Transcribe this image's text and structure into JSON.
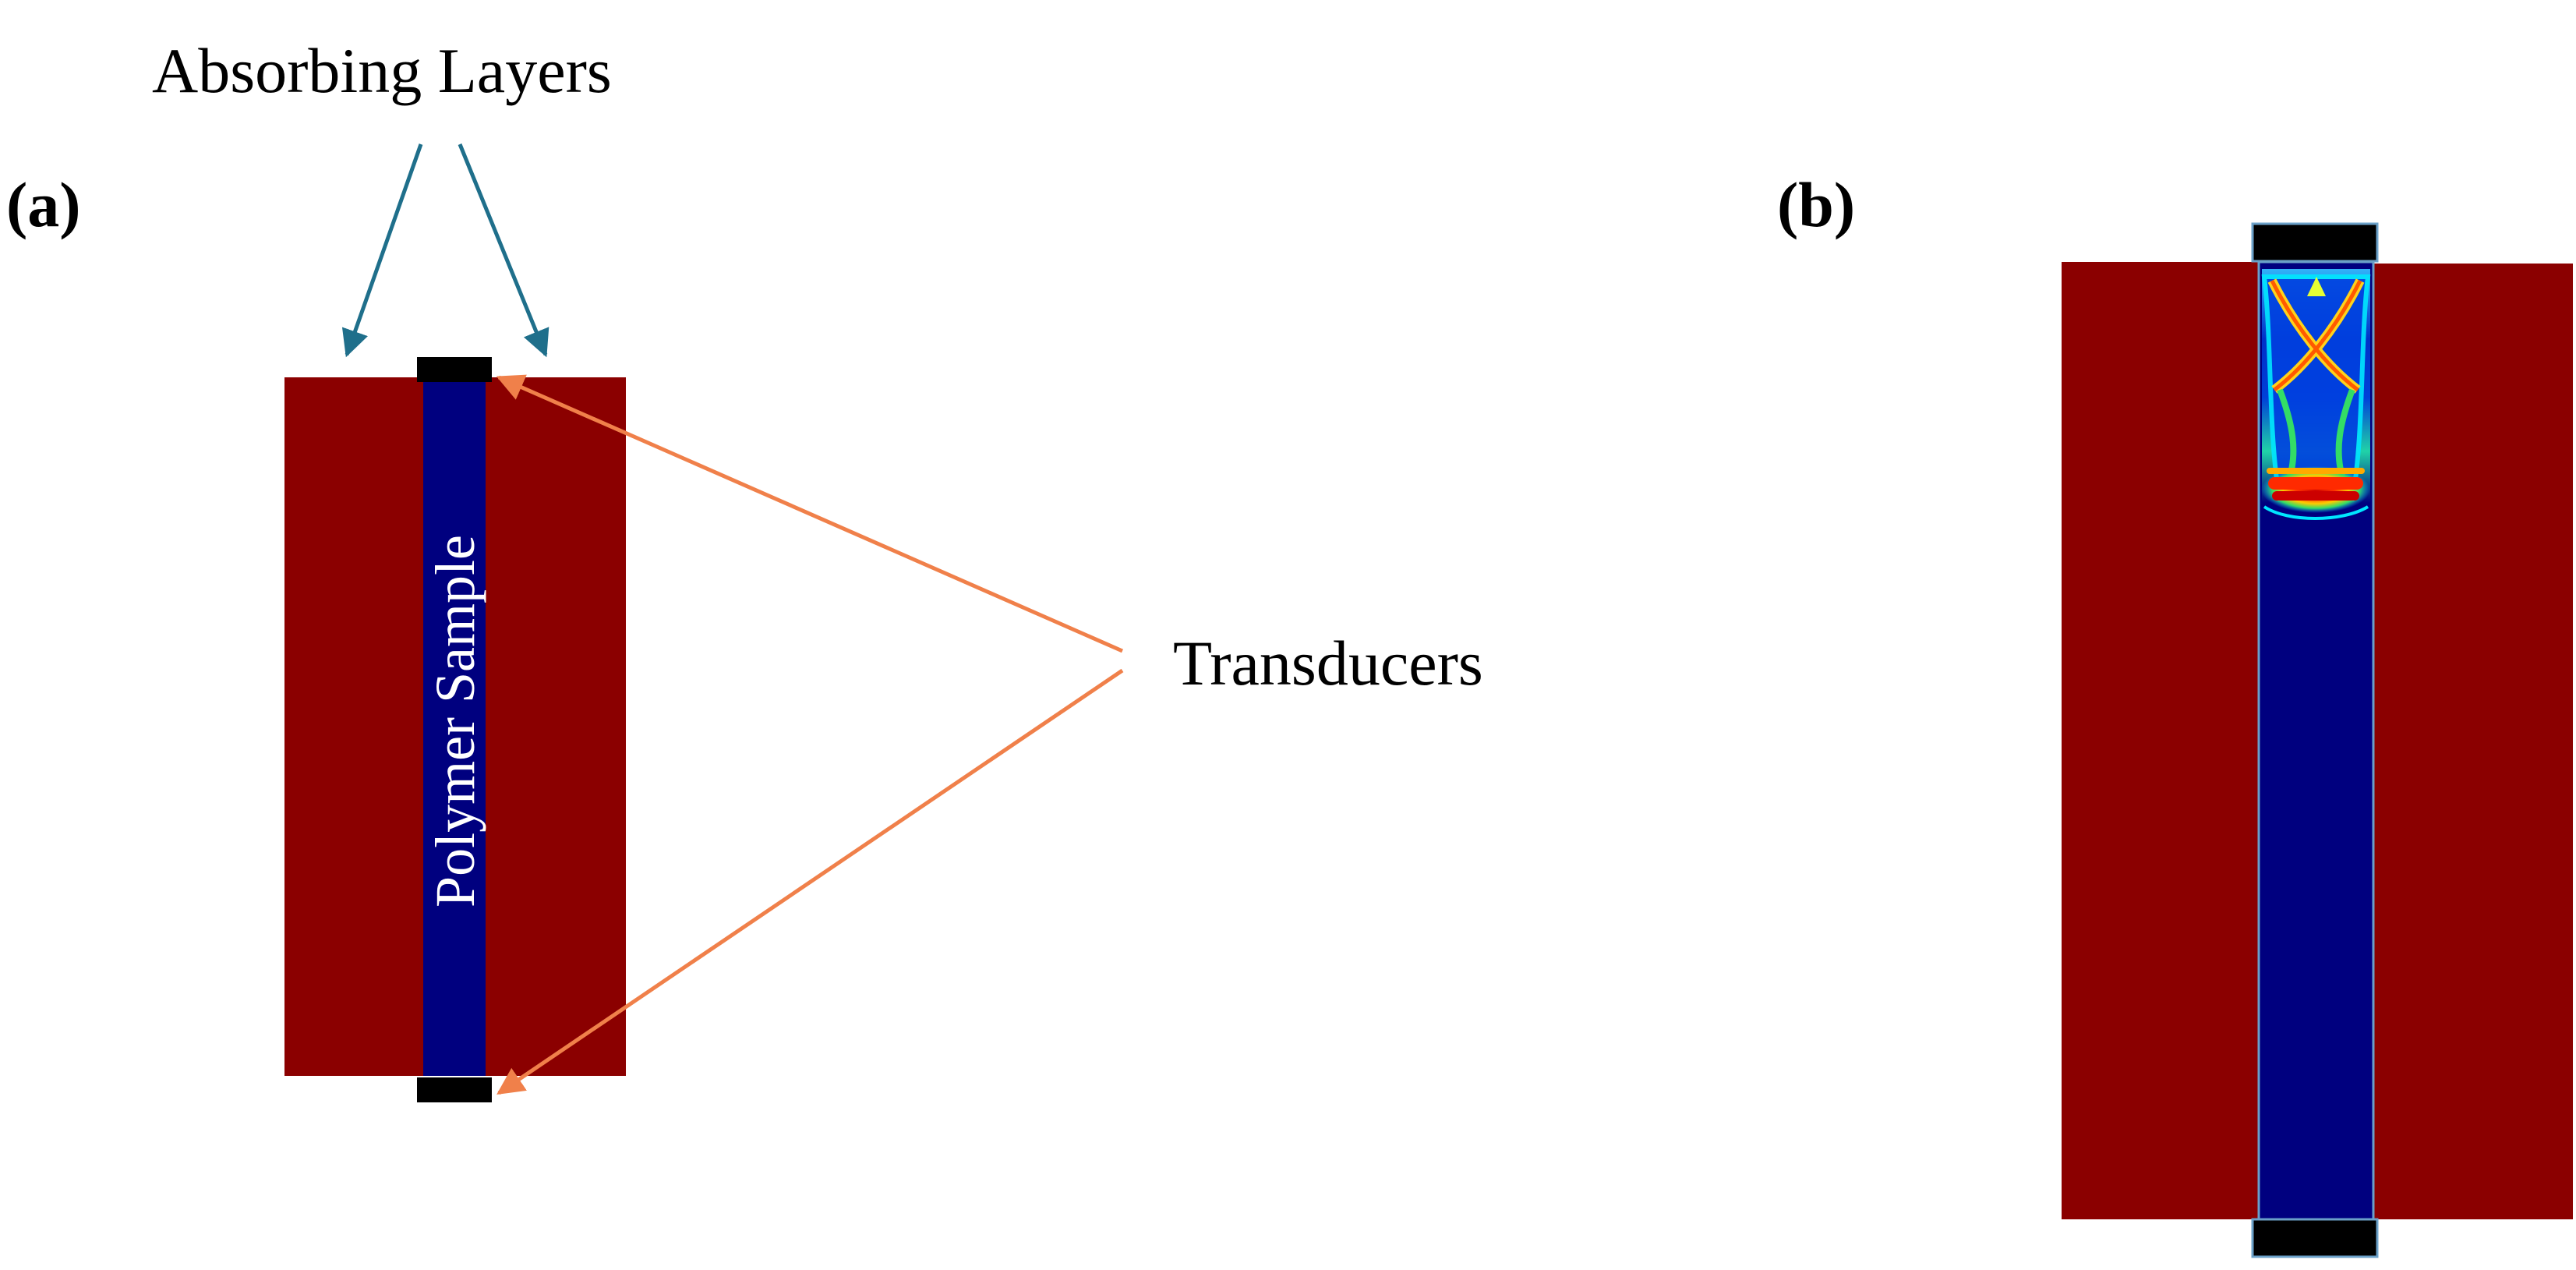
{
  "panel_a": {
    "label": "(a)",
    "absorbing_layers_label": "Absorbing Layers",
    "sample_label": "Polymer Sample",
    "transducers_label": "Transducers"
  },
  "panel_b": {
    "label": "(b)"
  },
  "colors": {
    "absorbing_layer": "#8B0000",
    "polymer_sample": "#00007F",
    "transducer": "#000000",
    "absorbing_arrow": "#1F6F8B",
    "transducer_arrow": "#F0804A",
    "sample_text": "#ffffff",
    "text": "#000000"
  }
}
